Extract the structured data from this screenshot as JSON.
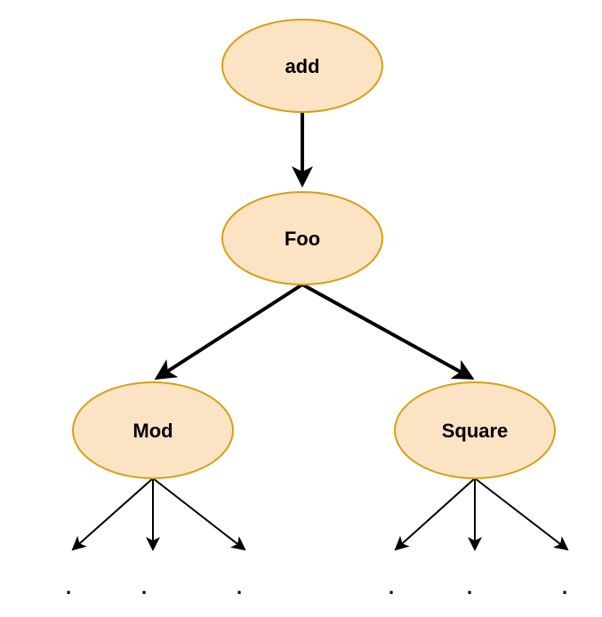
{
  "nodes": {
    "add": "add",
    "foo": "Foo",
    "mod": "Mod",
    "square": "Square"
  },
  "ellipsis": {
    "mark": "."
  }
}
